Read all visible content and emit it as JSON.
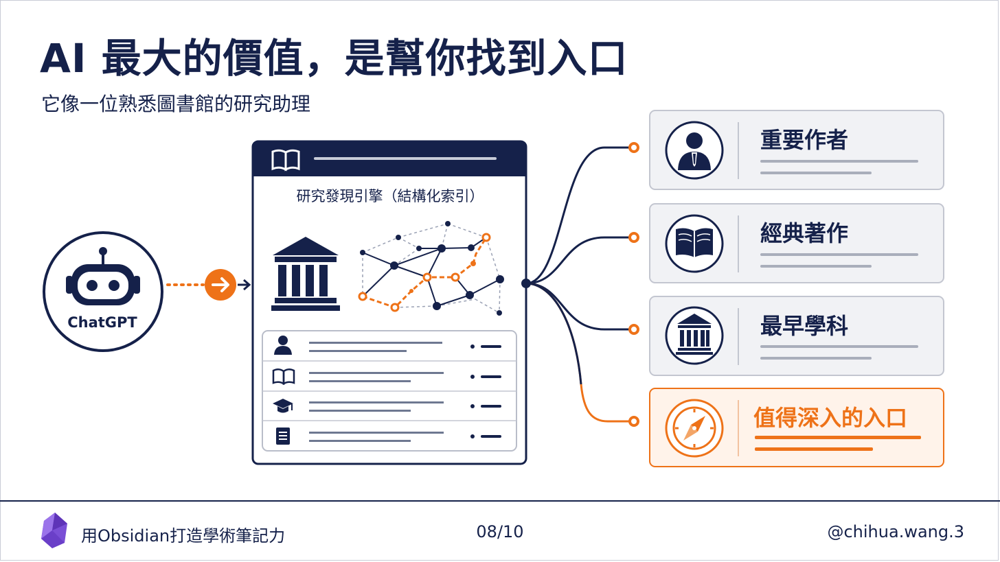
{
  "header": {
    "title": "AI 最大的價值，是幫你找到入口",
    "subtitle": "它像一位熟悉圖書館的研究助理"
  },
  "bot": {
    "label": "ChatGPT",
    "icon": "robot-icon"
  },
  "engine": {
    "heading": "研究發現引擎（結構化索引）",
    "header_icon": "open-book-icon",
    "rows": [
      {
        "icon": "person-icon"
      },
      {
        "icon": "book-icon"
      },
      {
        "icon": "graduation-cap-icon"
      },
      {
        "icon": "document-icon"
      }
    ]
  },
  "cards": [
    {
      "label": "重要作者",
      "icon": "person-tie-icon"
    },
    {
      "label": "經典著作",
      "icon": "open-book-icon"
    },
    {
      "label": "最早學科",
      "icon": "institution-icon"
    },
    {
      "label": "值得深入的入口",
      "icon": "compass-icon",
      "highlight": true
    }
  ],
  "colors": {
    "navy": "#15214a",
    "accent": "#ee7218",
    "card_bg": "#f1f2f5",
    "card_border": "#c3c6d0",
    "highlight_bg": "#fff3ea"
  },
  "footer": {
    "series": "用Obsidian打造學術筆記力",
    "page": "08/10",
    "handle": "@chihua.wang.3",
    "logo_icon": "obsidian-crystal-icon"
  }
}
